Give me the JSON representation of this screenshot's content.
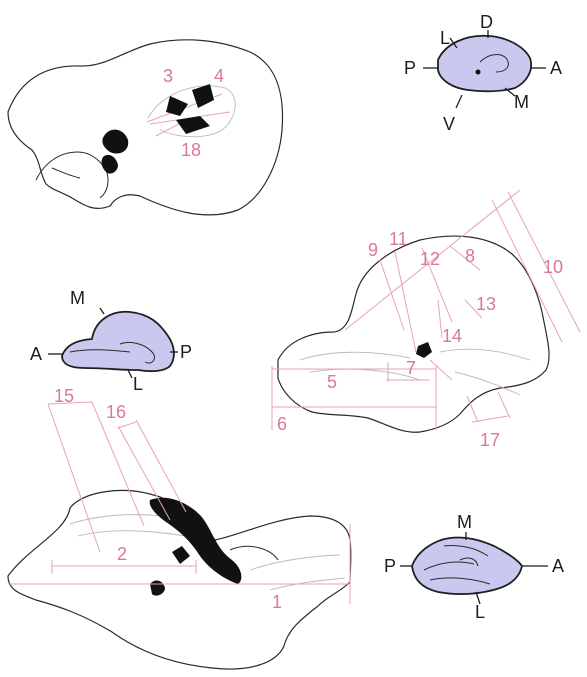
{
  "diagram": {
    "measurement_labels": [
      "1",
      "2",
      "3",
      "4",
      "5",
      "6",
      "7",
      "8",
      "9",
      "10",
      "11",
      "12",
      "13",
      "14",
      "15",
      "16",
      "17",
      "18"
    ],
    "orientation_views": [
      {
        "name": "top",
        "labels": {
          "anterior": "A",
          "posterior": "P",
          "dorsal": "D",
          "ventral": "V",
          "lateral": "L",
          "medial": "M"
        }
      },
      {
        "name": "middle",
        "labels": {
          "anterior": "A",
          "posterior": "P",
          "medial": "M",
          "lateral": "L"
        }
      },
      {
        "name": "bottom",
        "labels": {
          "anterior": "A",
          "posterior": "P",
          "medial": "M",
          "lateral": "L"
        }
      }
    ],
    "colors": {
      "measurement": "#d9779f",
      "measurement_line": "#e8a1bf",
      "inset_fill": "#c9c8ee",
      "outline": "#2a2a2a",
      "lesion": "#111111"
    }
  }
}
